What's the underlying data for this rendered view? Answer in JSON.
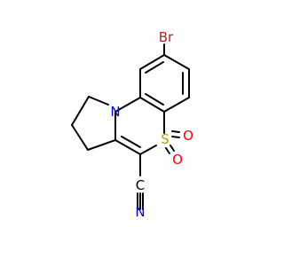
{
  "molecule": {
    "atoms": {
      "br": {
        "label": "Br",
        "color": "#a52a2a"
      },
      "n_ring": {
        "label": "N",
        "color": "#0000ff"
      },
      "s": {
        "label": "S",
        "color": "#b5a300"
      },
      "o_right": {
        "label": "O",
        "color": "#ff0000"
      },
      "o_lower": {
        "label": "O",
        "color": "#ff0000"
      },
      "c_nitrile": {
        "label": "C",
        "color": "#000000"
      },
      "n_nitrile": {
        "label": "N",
        "color": "#0000ff"
      }
    },
    "bond_color": "#000000"
  }
}
